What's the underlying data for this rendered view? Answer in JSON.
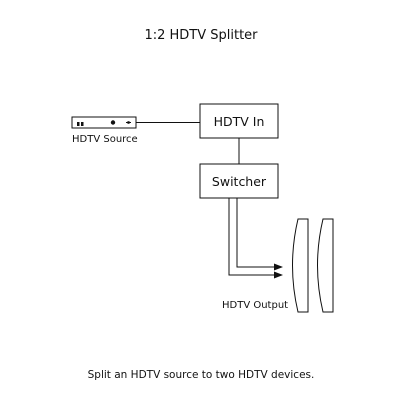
{
  "title": "1:2 HDTV Splitter",
  "nodes": {
    "hdtv_in": "HDTV In",
    "switcher": "Switcher"
  },
  "labels": {
    "source": "HDTV Source",
    "output": "HDTV Output"
  },
  "caption": "Split an HDTV source to two HDTV devices."
}
